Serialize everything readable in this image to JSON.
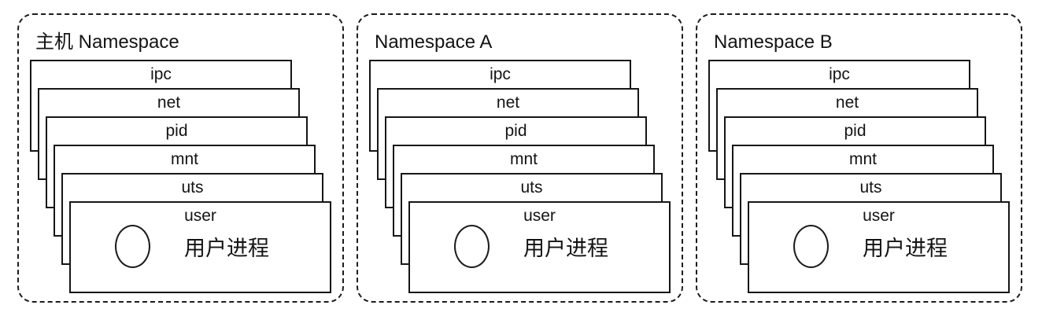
{
  "diagram": {
    "description": "Linux namespaces diagram: three namespace groups each containing stacked namespace layers and a user process",
    "colors": {
      "background": "#ffffff",
      "stroke": "#1c1c1c",
      "text": "#141414"
    },
    "panels": [
      {
        "title": "主机 Namespace",
        "layers": [
          "ipc",
          "net",
          "pid",
          "mnt",
          "uts",
          "user"
        ],
        "process_label": "用户进程"
      },
      {
        "title": "Namespace A",
        "layers": [
          "ipc",
          "net",
          "pid",
          "mnt",
          "uts",
          "user"
        ],
        "process_label": "用户进程"
      },
      {
        "title": "Namespace B",
        "layers": [
          "ipc",
          "net",
          "pid",
          "mnt",
          "uts",
          "user"
        ],
        "process_label": "用户进程"
      }
    ]
  }
}
